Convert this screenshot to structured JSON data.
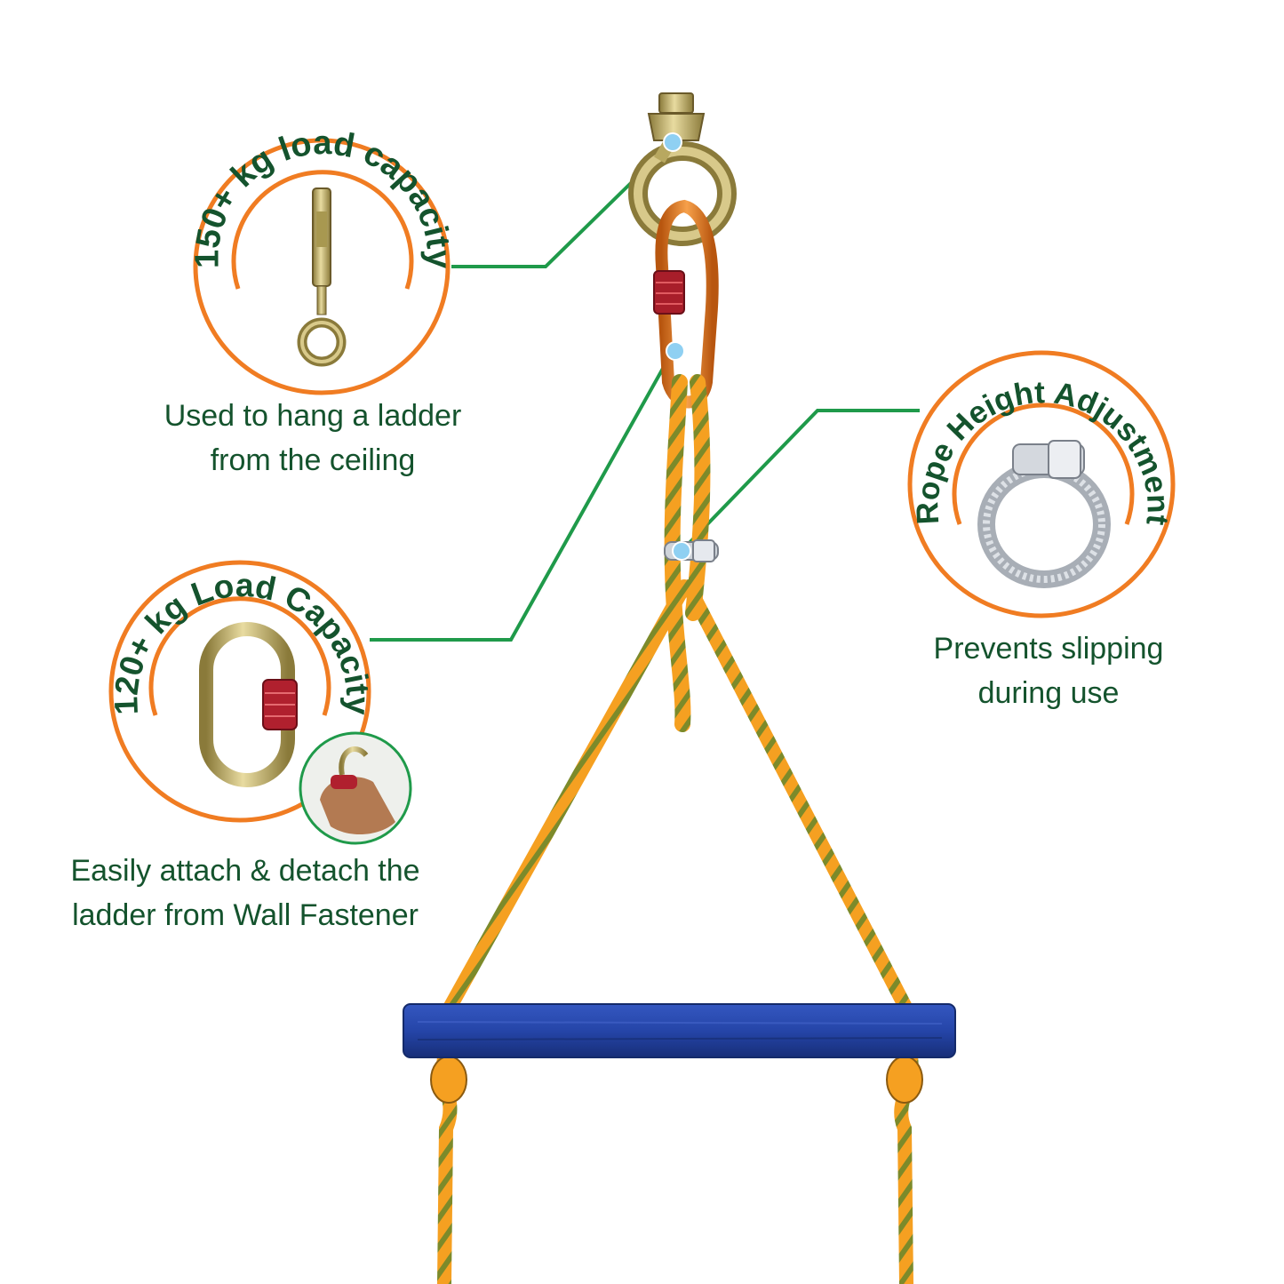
{
  "features": [
    {
      "title": "150+ kg load capacity",
      "caption_lines": [
        "Used to hang a ladder",
        "from the ceiling"
      ],
      "icon": "eye-bolt-anchor-icon"
    },
    {
      "title": "120+ kg Load Capacity",
      "caption_lines": [
        "Easily attach & detach the",
        "ladder from Wall Fastener"
      ],
      "icon": "carabiner-icon",
      "inset_icon": "hand-holding-carabiner-icon"
    },
    {
      "title": "Rope Height Adjustment",
      "caption_lines": [
        "Prevents slipping",
        "during use"
      ],
      "icon": "hose-clamp-icon"
    }
  ],
  "colors": {
    "ring_orange": "#f07c22",
    "text_green": "#14532d",
    "leader_green": "#1f9a4a",
    "marker_blue": "#8fd0f2",
    "rope_orange": "#f5a021",
    "rope_olive": "#7c8a2a",
    "rung_blue": "#2545a8",
    "metal_gold": "#c8b46a"
  }
}
